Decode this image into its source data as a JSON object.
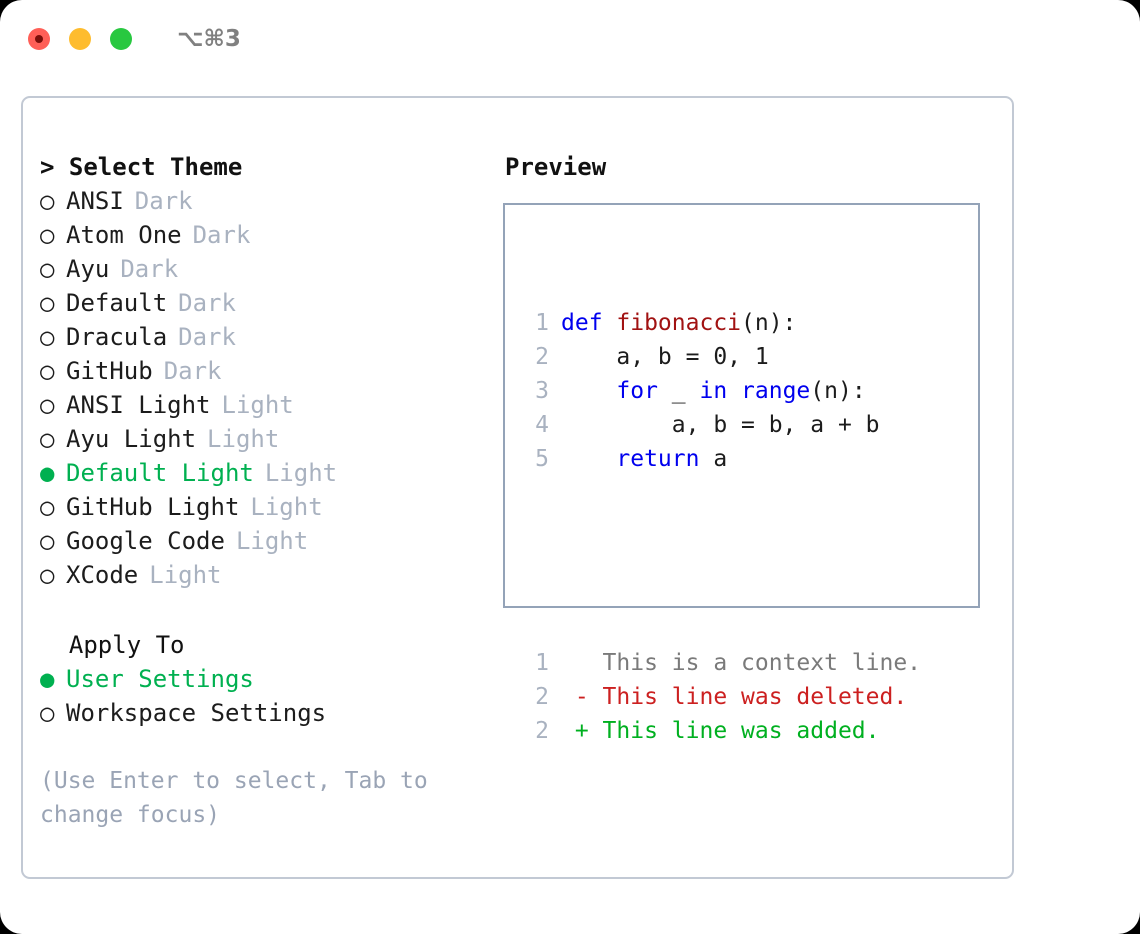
{
  "titlebar": {
    "shortcut": "⌥⌘3",
    "buttons": [
      {
        "name": "close",
        "color": "#ff5f57"
      },
      {
        "name": "minimize",
        "color": "#febc2e"
      },
      {
        "name": "maximize",
        "color": "#28c840"
      }
    ]
  },
  "theme_picker": {
    "header": "> Select Theme",
    "unselected_bullet": "○",
    "selected_bullet": "●",
    "items": [
      {
        "bullet": "○",
        "label": "ANSI",
        "tag": "Dark",
        "selected": false
      },
      {
        "bullet": "○",
        "label": "Atom One",
        "tag": "Dark",
        "selected": false
      },
      {
        "bullet": "○",
        "label": "Ayu",
        "tag": "Dark",
        "selected": false
      },
      {
        "bullet": "○",
        "label": "Default",
        "tag": "Dark",
        "selected": false
      },
      {
        "bullet": "○",
        "label": "Dracula",
        "tag": "Dark",
        "selected": false
      },
      {
        "bullet": "○",
        "label": "GitHub",
        "tag": "Dark",
        "selected": false
      },
      {
        "bullet": "○",
        "label": "ANSI Light",
        "tag": "Light",
        "selected": false
      },
      {
        "bullet": "○",
        "label": "Ayu Light",
        "tag": "Light",
        "selected": false
      },
      {
        "bullet": "●",
        "label": "Default Light",
        "tag": "Light",
        "selected": true
      },
      {
        "bullet": "○",
        "label": "GitHub Light",
        "tag": "Light",
        "selected": false
      },
      {
        "bullet": "○",
        "label": "Google Code",
        "tag": "Light",
        "selected": false
      },
      {
        "bullet": "○",
        "label": "XCode",
        "tag": "Light",
        "selected": false
      }
    ]
  },
  "apply_to": {
    "header": "  Apply To",
    "items": [
      {
        "bullet": "●",
        "label": "User Settings",
        "selected": true
      },
      {
        "bullet": "○",
        "label": "Workspace Settings",
        "selected": false
      }
    ]
  },
  "hint": "(Use Enter to select, Tab to change focus)",
  "preview": {
    "title": "Preview",
    "code_lines": [
      {
        "no": "1",
        "tokens": [
          {
            "t": "def ",
            "c": "kw"
          },
          {
            "t": "fibonacci",
            "c": "fn"
          },
          {
            "t": "(n):",
            "c": "plain"
          }
        ]
      },
      {
        "no": "2",
        "tokens": [
          {
            "t": "    a, b = 0, 1",
            "c": "plain"
          }
        ]
      },
      {
        "no": "3",
        "tokens": [
          {
            "t": "    ",
            "c": "plain"
          },
          {
            "t": "for",
            "c": "kw"
          },
          {
            "t": " _ ",
            "c": "plain"
          },
          {
            "t": "in",
            "c": "kw"
          },
          {
            "t": " ",
            "c": "plain"
          },
          {
            "t": "range",
            "c": "kw"
          },
          {
            "t": "(n):",
            "c": "plain"
          }
        ]
      },
      {
        "no": "4",
        "tokens": [
          {
            "t": "        a, b = b, a + b",
            "c": "plain"
          }
        ]
      },
      {
        "no": "5",
        "tokens": [
          {
            "t": "    ",
            "c": "plain"
          },
          {
            "t": "return",
            "c": "kw"
          },
          {
            "t": " a",
            "c": "plain"
          }
        ]
      }
    ],
    "diff_lines": [
      {
        "no": "1",
        "tokens": [
          {
            "t": "   This is a context line.",
            "c": "ctx"
          }
        ]
      },
      {
        "no": "2",
        "tokens": [
          {
            "t": " - This line was deleted.",
            "c": "del"
          }
        ]
      },
      {
        "no": "2",
        "tokens": [
          {
            "t": " + This line was added.",
            "c": "add"
          }
        ]
      }
    ]
  },
  "colors": {
    "accent_green": "#00b050",
    "tag_gray": "#a9b2c0",
    "hint_gray": "#9aa4b5",
    "keyword_blue": "#0000ee",
    "function_red": "#a11212",
    "diff_delete": "#cc2020",
    "diff_add": "#00b020",
    "panel_border": "#c2c9d4",
    "preview_border": "#94a3b8"
  }
}
